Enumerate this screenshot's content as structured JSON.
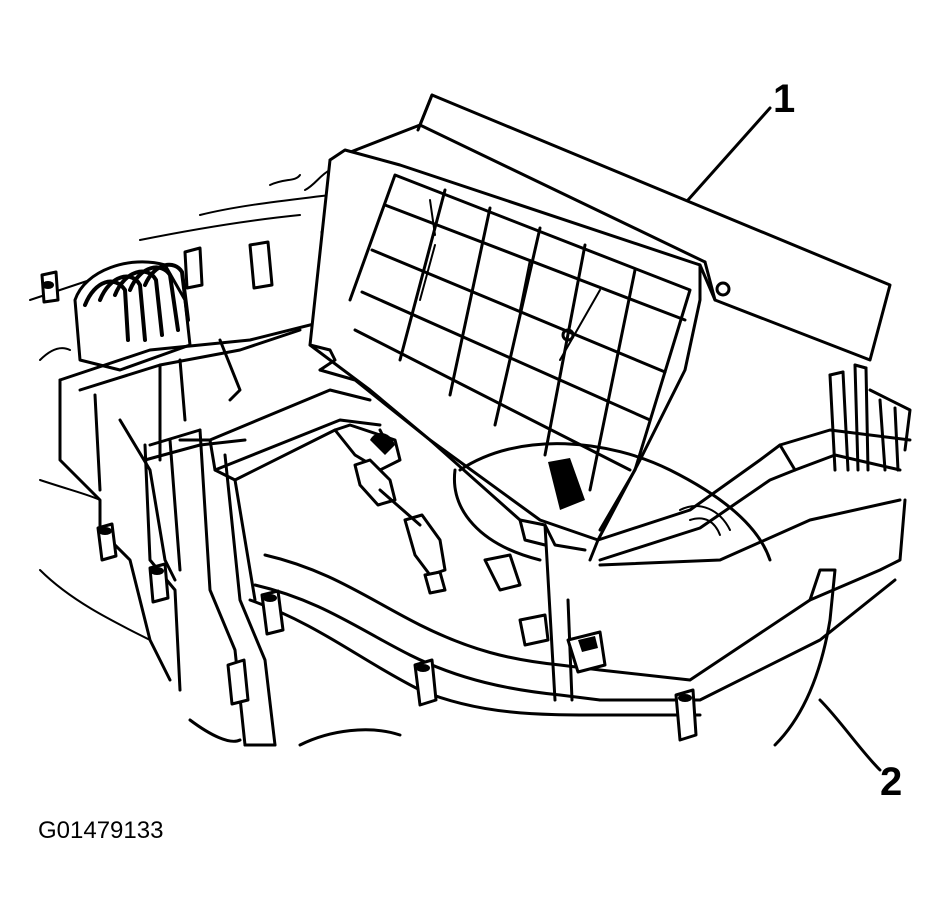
{
  "figure": {
    "callouts": [
      {
        "number": "1"
      },
      {
        "number": "2"
      }
    ],
    "figure_code": "G01479133"
  }
}
